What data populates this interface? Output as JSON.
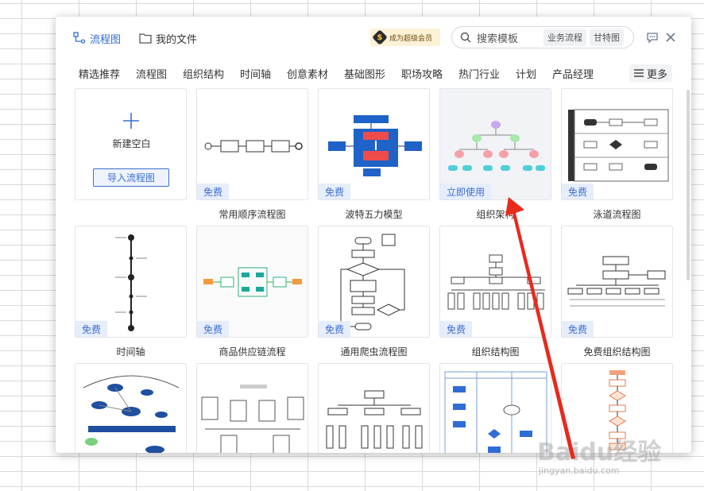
{
  "header": {
    "tab_active": "流程图",
    "tab_files": "我的文件",
    "vip_label": "成为超级会员",
    "search_placeholder": "搜索模板",
    "search_chips": [
      "业务流程",
      "甘特图"
    ]
  },
  "nav": {
    "items": [
      "精选推荐",
      "流程图",
      "组织结构",
      "时间轴",
      "创意素材",
      "基础图形",
      "职场攻略",
      "热门行业",
      "计划",
      "产品经理"
    ],
    "more_label": "更多"
  },
  "new_blank": {
    "label": "新建空白",
    "import_label": "导入流程图"
  },
  "cards": [
    {
      "title": "常用顺序流程图",
      "badge": "免费"
    },
    {
      "title": "波特五力模型",
      "badge": "免费"
    },
    {
      "title": "组织架构",
      "badge": "立即使用"
    },
    {
      "title": "泳道流程图",
      "badge": "免费"
    },
    {
      "title": "时间轴",
      "badge": "免费"
    },
    {
      "title": "商品供应链流程",
      "badge": "免费"
    },
    {
      "title": "通用爬虫流程图",
      "badge": "免费"
    },
    {
      "title": "组织结构图",
      "badge": "免费"
    },
    {
      "title": "免费组织结构图",
      "badge": "免费"
    }
  ],
  "watermark": {
    "brand": "Baidu经验",
    "url": "jingyan.baidu.com"
  },
  "colors": {
    "accent": "#2f6cd6",
    "badge_bg": "#e6edfb",
    "arrow": "#e8291c"
  }
}
